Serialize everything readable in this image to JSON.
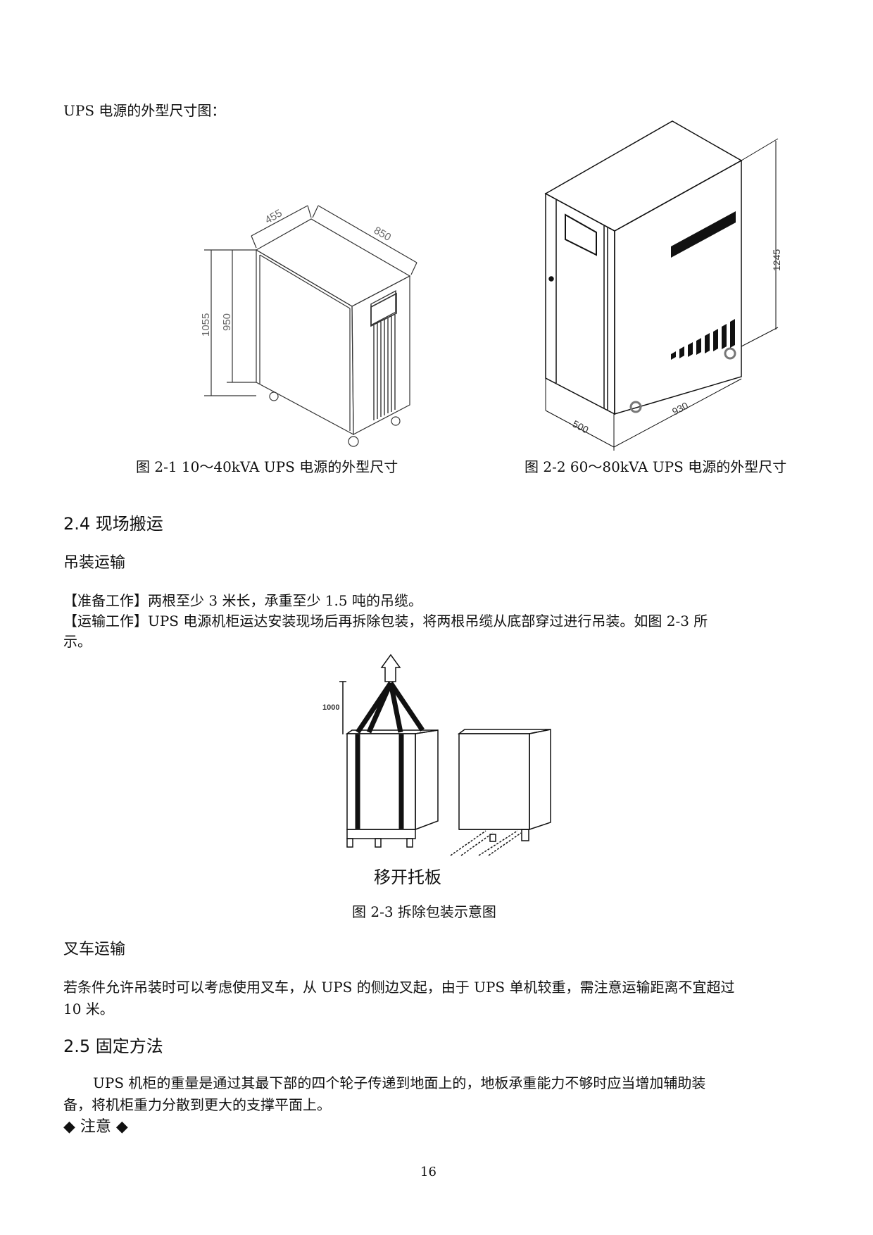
{
  "intro": "UPS 电源的外型尺寸图：",
  "figure1": {
    "caption": "图 2-1   10～40kVA UPS 电源的外型尺寸",
    "dims": {
      "width": "455",
      "depth": "850",
      "height_total": "1055",
      "height_body": "950"
    }
  },
  "figure2": {
    "caption": "图 2-2   60～80kVA UPS 电源的外型尺寸",
    "dims": {
      "height": "1245",
      "depth": "930",
      "width": "500"
    }
  },
  "section_2_4": {
    "title": "2.4 现场搬运",
    "crane": {
      "title": "吊装运输",
      "prep": "【准备工作】两根至少 3 米长，承重至少 1.5 吨的吊缆。",
      "transport_line1": "【运输工作】UPS 电源机柜运达安装现场后再拆除包装，将两根吊缆从底部穿过进行吊装。如图 2-3 所",
      "transport_line2": "示。"
    },
    "figure3": {
      "height_label": "1000",
      "pallet_label": "移开托板",
      "caption": "图 2-3   拆除包装示意图"
    },
    "forklift": {
      "title": "叉车运输",
      "line1": "若条件允许吊装时可以考虑使用叉车，从 UPS 的侧边叉起，由于 UPS 单机较重，需注意运输距离不宜超过",
      "line2": "10 米。"
    }
  },
  "section_2_5": {
    "title": "2.5 固定方法",
    "line1": "UPS 机柜的重量是通过其最下部的四个轮子传递到地面上的，地板承重能力不够时应当增加辅助装",
    "line2": "备，将机柜重力分散到更大的支撑平面上。",
    "notice": "◆ 注意 ◆"
  },
  "page_number": "16"
}
